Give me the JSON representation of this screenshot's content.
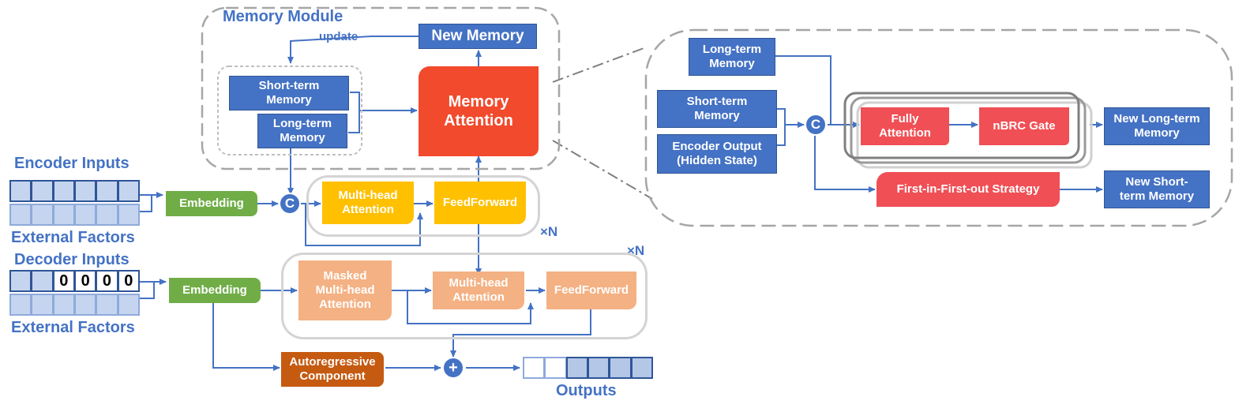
{
  "memory_module": {
    "title": "Memory Module",
    "update_label": "update",
    "new_memory": "New Memory",
    "short_term": "Short-term\nMemory",
    "long_term": "Long-term\nMemory",
    "memory_attention": "Memory\nAttention"
  },
  "encoder": {
    "inputs_label": "Encoder Inputs",
    "external_label": "External Factors",
    "embedding": "Embedding",
    "concat": "C",
    "multihead": "Multi-head\nAttention",
    "feedforward": "FeedForward",
    "repeat": "×N"
  },
  "decoder": {
    "inputs_label": "Decoder Inputs",
    "external_label": "External Factors",
    "mask_values": [
      "0",
      "0",
      "0",
      "0"
    ],
    "embedding": "Embedding",
    "masked_multihead": "Masked\nMulti-head\nAttention",
    "multihead": "Multi-head\nAttention",
    "feedforward": "FeedForward",
    "repeat": "×N",
    "autoregressive": "Autoregressive\nComponent",
    "plus": "+",
    "outputs_label": "Outputs"
  },
  "detail": {
    "long_term": "Long-term\nMemory",
    "short_term": "Short-term\nMemory",
    "encoder_output": "Encoder Output\n(Hidden State)",
    "concat": "C",
    "fully_attention": "Fully\nAttention",
    "nbrc_gate": "nBRC Gate",
    "new_long_term": "New Long-term\nMemory",
    "fifo": "First-in-First-out Strategy",
    "new_short_term": "New Short-\nterm Memory"
  },
  "colors": {
    "blue": "#4472c4",
    "red": "#f04f55",
    "orange_red": "#f24a2c",
    "green": "#70ad47",
    "yellow": "#ffc000",
    "peach": "#f4b183",
    "brown": "#c55a11",
    "frame_grey": "#d4d4d4"
  }
}
